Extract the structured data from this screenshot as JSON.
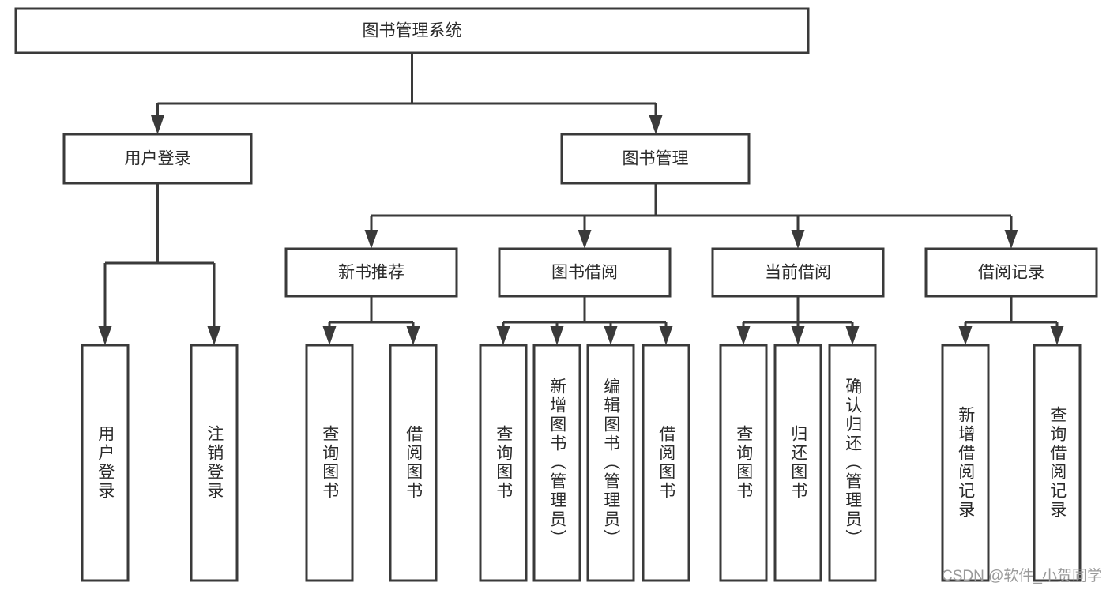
{
  "diagram": {
    "type": "tree",
    "title": "图书管理系统",
    "root": {
      "id": "root",
      "label": "图书管理系统"
    },
    "level2": [
      {
        "id": "user-login",
        "label": "用户登录"
      },
      {
        "id": "book-manage",
        "label": "图书管理"
      }
    ],
    "level3": [
      {
        "id": "new-book-rec",
        "label": "新书推荐",
        "parent": "book-manage"
      },
      {
        "id": "book-borrow",
        "label": "图书借阅",
        "parent": "book-manage"
      },
      {
        "id": "current-borrow",
        "label": "当前借阅",
        "parent": "book-manage"
      },
      {
        "id": "borrow-record",
        "label": "借阅记录",
        "parent": "book-manage"
      }
    ],
    "leaves": {
      "user-login": [
        {
          "id": "leaf-user-login",
          "label": "用户登录"
        },
        {
          "id": "leaf-logout",
          "label": "注销登录"
        }
      ],
      "new-book-rec": [
        {
          "id": "leaf-query-book-1",
          "label": "查询图书"
        },
        {
          "id": "leaf-borrow-book-1",
          "label": "借阅图书"
        }
      ],
      "book-borrow": [
        {
          "id": "leaf-query-book-2",
          "label": "查询图书"
        },
        {
          "id": "leaf-add-book",
          "label": "新增图书（管理员）"
        },
        {
          "id": "leaf-edit-book",
          "label": "编辑图书（管理员）"
        },
        {
          "id": "leaf-borrow-book-2",
          "label": "借阅图书"
        }
      ],
      "current-borrow": [
        {
          "id": "leaf-query-book-3",
          "label": "查询图书"
        },
        {
          "id": "leaf-return-book",
          "label": "归还图书"
        },
        {
          "id": "leaf-confirm-return",
          "label": "确认归还（管理员）"
        }
      ],
      "borrow-record": [
        {
          "id": "leaf-add-record",
          "label": "新增借阅记录"
        },
        {
          "id": "leaf-query-record",
          "label": "查询借阅记录"
        }
      ]
    },
    "colors": {
      "box_stroke": "#3a3a3a",
      "box_fill": "#ffffff",
      "text": "#2b2b2b",
      "background": "#ffffff",
      "watermark": "#9a9a9a"
    }
  },
  "watermark": {
    "text": "CSDN @软件_小贺同学"
  }
}
